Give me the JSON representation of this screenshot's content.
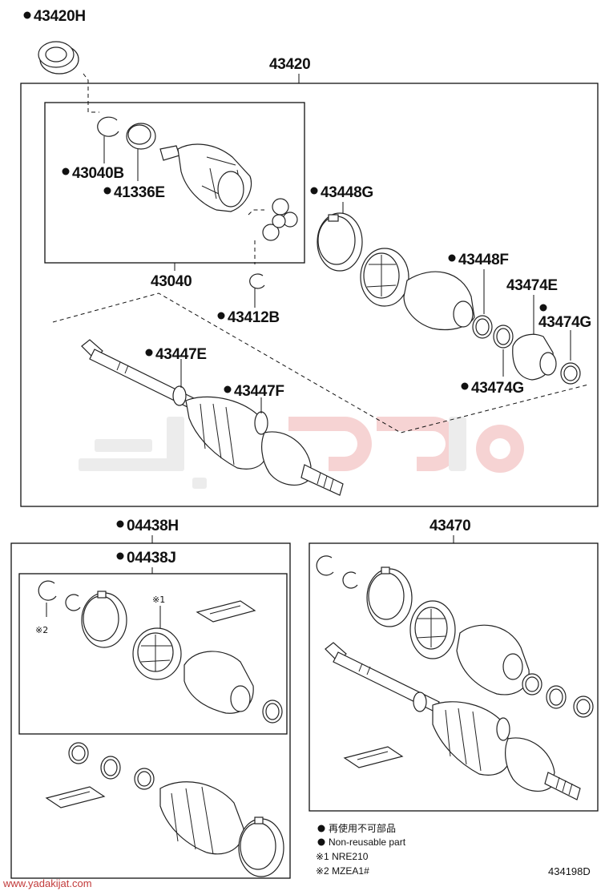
{
  "labels": {
    "p43420H": "43420H",
    "p43420": "43420",
    "p43040B": "43040B",
    "p41336E": "41336E",
    "p43040": "43040",
    "p43448G": "43448G",
    "p43448F": "43448F",
    "p43474E": "43474E",
    "p43474G_upper": "43474G",
    "p43412B": "43412B",
    "p43447E": "43447E",
    "p43447F": "43447F",
    "p43474G_lower": "43474G",
    "p04438H": "04438H",
    "p04438J": "04438J",
    "p43470": "43470"
  },
  "marks": {
    "mark1": "※1",
    "mark2": "※2"
  },
  "legend": {
    "non_reusable_jp": "再使用不可部品",
    "non_reusable_en": "Non-reusable part",
    "note1": "※1 NRE210",
    "note2": "※2 MZEA1#"
  },
  "ref_code": "434198D",
  "watermark_url": "www.yadakijat.com",
  "colors": {
    "line": "#111111",
    "watermark_gray": "#ececec",
    "watermark_red": "#f6d3d3"
  }
}
